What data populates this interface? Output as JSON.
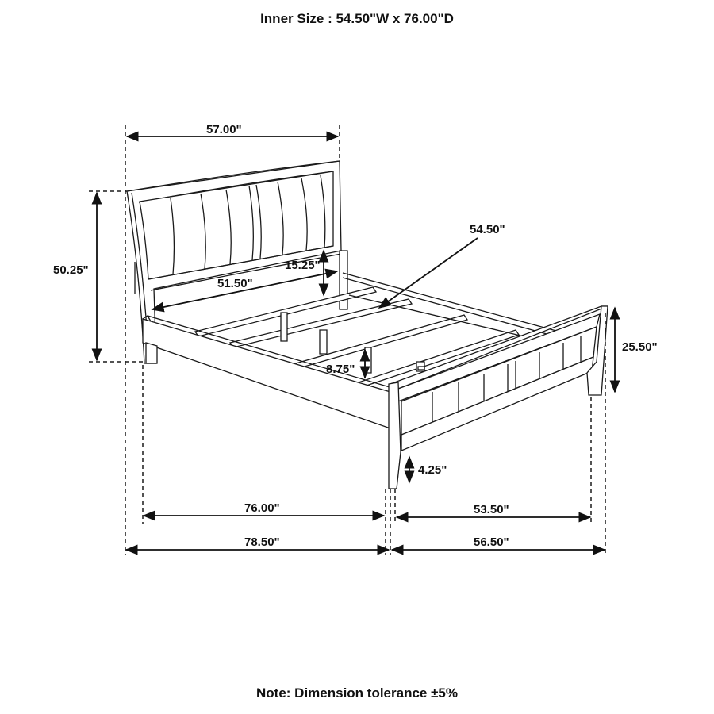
{
  "header": {
    "title": "Inner Size : 54.50\"W x 76.00\"D"
  },
  "footer": {
    "note": "Note: Dimension tolerance ±5%"
  },
  "dimensions": {
    "headboard_width": "57.00\"",
    "headboard_height": "50.25\"",
    "headboard_inner_width": "51.50\"",
    "headboard_rail_height": "15.25\"",
    "slat_length": "54.50\"",
    "footboard_height": "25.50\"",
    "slat_clearance": "8.75\"",
    "leg_clearance": "4.25\"",
    "inner_length": "76.00\"",
    "overall_length": "78.50\"",
    "footboard_inner_width": "53.50\"",
    "overall_width": "56.50\""
  },
  "colors": {
    "line": "#1a1a1a",
    "background": "#ffffff"
  }
}
